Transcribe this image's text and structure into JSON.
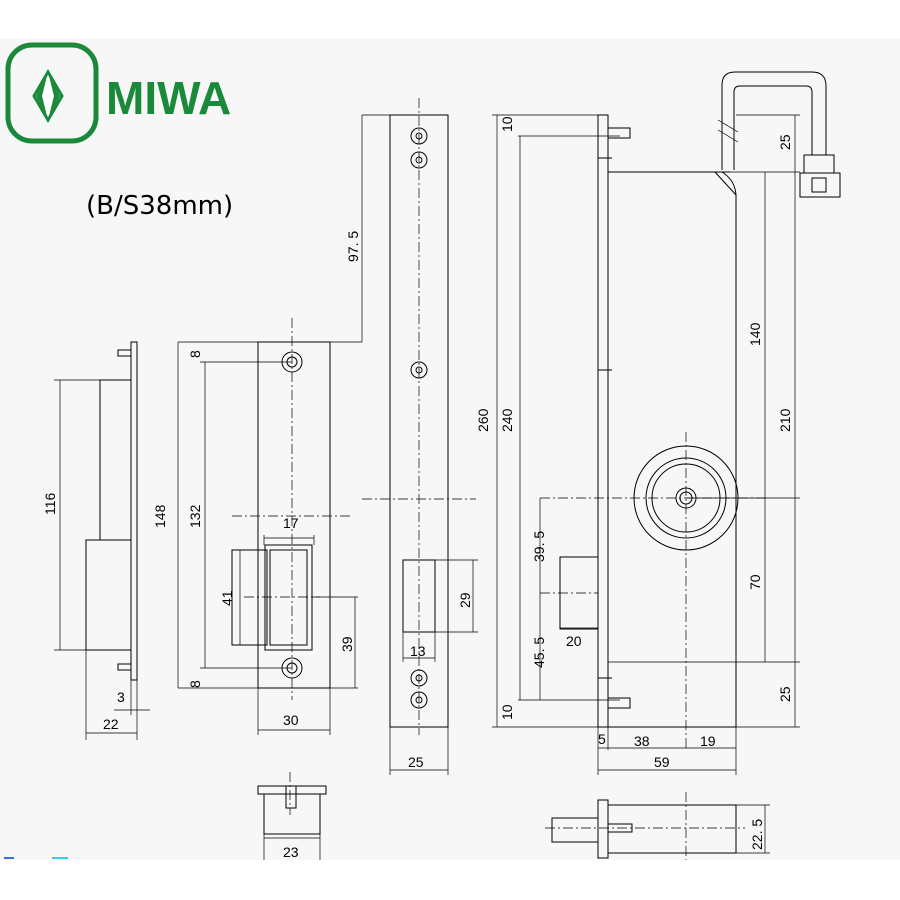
{
  "brand": {
    "name": "MIWA",
    "color": "#1a8a3a",
    "logo_icon": "miwa-diamond-logo-icon"
  },
  "subtitle": "(B/S38mm)",
  "dimensions": {
    "v_116": "116",
    "v_148": "148",
    "v_132": "132",
    "v_8_top": "8",
    "v_8_bottom": "8",
    "h_17": "17",
    "v_41": "41",
    "v_39": "39",
    "h_3": "3",
    "h_22": "22",
    "h_30": "30",
    "v_97_5": "97. 5",
    "v_29": "29",
    "h_13": "13",
    "h_25_plate": "25",
    "v_260": "260",
    "v_240": "240",
    "v_10_top": "10",
    "v_10_bottom": "10",
    "v_25_top": "25",
    "v_25_bottom": "25",
    "v_140": "140",
    "v_210": "210",
    "v_39_5": "39. 5",
    "v_70": "70",
    "v_45_5": "45. 5",
    "h_20": "20",
    "h_5": "5",
    "h_38": "38",
    "h_19": "19",
    "h_59": "59",
    "h_23": "23",
    "v_22_5": "22. 5"
  }
}
